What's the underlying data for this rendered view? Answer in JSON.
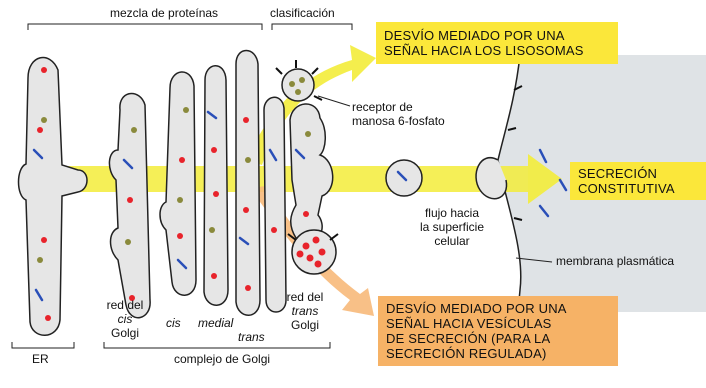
{
  "labels": {
    "protein_mix": "mezcla de proteínas",
    "sorting": "clasificación",
    "m6p_receptor_line1": "receptor de",
    "m6p_receptor_line2": "manosa 6-fosfato",
    "flow_line1": "flujo hacia",
    "flow_line2": "la superficie",
    "flow_line3": "celular",
    "plasma_membrane": "membrana plasmática",
    "er": "ER",
    "cis_golgi_line1": "red del",
    "cis_golgi_line2": "cis",
    "cis_golgi_line3": "Golgi",
    "cis": "cis",
    "medial": "medial",
    "trans": "trans",
    "trans_golgi_line1": "red del",
    "trans_golgi_line2": "trans",
    "trans_golgi_line3": "Golgi",
    "golgi_complex": "complejo de Golgi"
  },
  "boxes": {
    "lysosome": {
      "line1": "DESVÍO MEDIADO POR UNA",
      "line2": "SEÑAL HACIA LOS LISOSOMAS",
      "color": "#fbe73a"
    },
    "constitutive": {
      "line1": "SECRECIÓN",
      "line2": "CONSTITUTIVA",
      "color": "#fbe73a"
    },
    "regulated": {
      "line1": "DESVÍO MEDIADO POR UNA",
      "line2": "SEÑAL HACIA VESÍCULAS",
      "line3": "DE SECRECIÓN (PARA LA",
      "line4": "SECRECIÓN REGULADA)",
      "color": "#f6b266"
    }
  },
  "colors": {
    "compartment_fill": "#e6e6e6",
    "cell_exterior": "#dfe3e6",
    "yellow_arrow": "#f3ec3a",
    "orange_arrow": "#f7b97a",
    "red_protein": "#e8232b",
    "green_protein": "#8a8a3c",
    "blue_protein": "#2a4fb8",
    "receptor": "#111111"
  }
}
